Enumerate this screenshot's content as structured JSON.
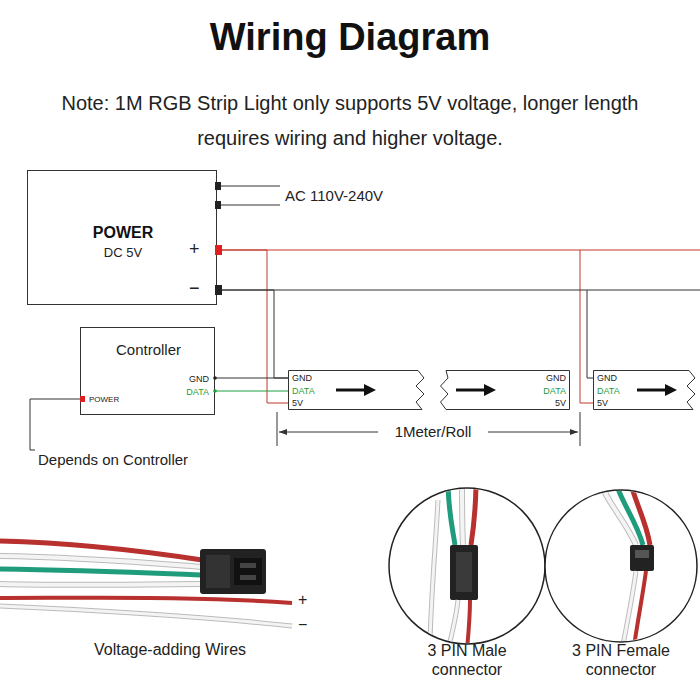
{
  "diagram": {
    "title": "Wiring Diagram",
    "nodes": [
      {
        "text": [
          "POWER",
          "DC 5V"
        ]
      },
      {
        "text": [
          "Controller",
          "GND",
          "DATA",
          "POWER"
        ]
      },
      {
        "text": [
          "GND",
          "DATA",
          "5V"
        ]
      },
      {
        "text": [
          "GND",
          "DATA",
          "5V"
        ]
      },
      {
        "text": [
          "GND",
          "DATA",
          "5V"
        ]
      }
    ],
    "edges": [
      {
        "from": 0,
        "to": 2,
        "arrow": "none"
      },
      {
        "from": 0,
        "to": 2,
        "arrow": "none"
      },
      {
        "from": 0,
        "to": 4,
        "arrow": "none"
      },
      {
        "from": 0,
        "to": 4,
        "arrow": "none"
      },
      {
        "from": 1,
        "to": 2,
        "arrow": "none"
      },
      {
        "from": 1,
        "to": 2,
        "arrow": "none"
      }
    ],
    "labels": [
      "Note: 1M RGB Strip Light only supports 5V voltage, longer length requires wiring and higher voltage.",
      "AC 110V-240V",
      "+",
      "−",
      "Depends on Controller",
      "1Meter/Roll",
      "+",
      "−",
      "Voltage-adding Wires",
      "3 PIN Male connector",
      "3 PIN Female connector"
    ]
  }
}
